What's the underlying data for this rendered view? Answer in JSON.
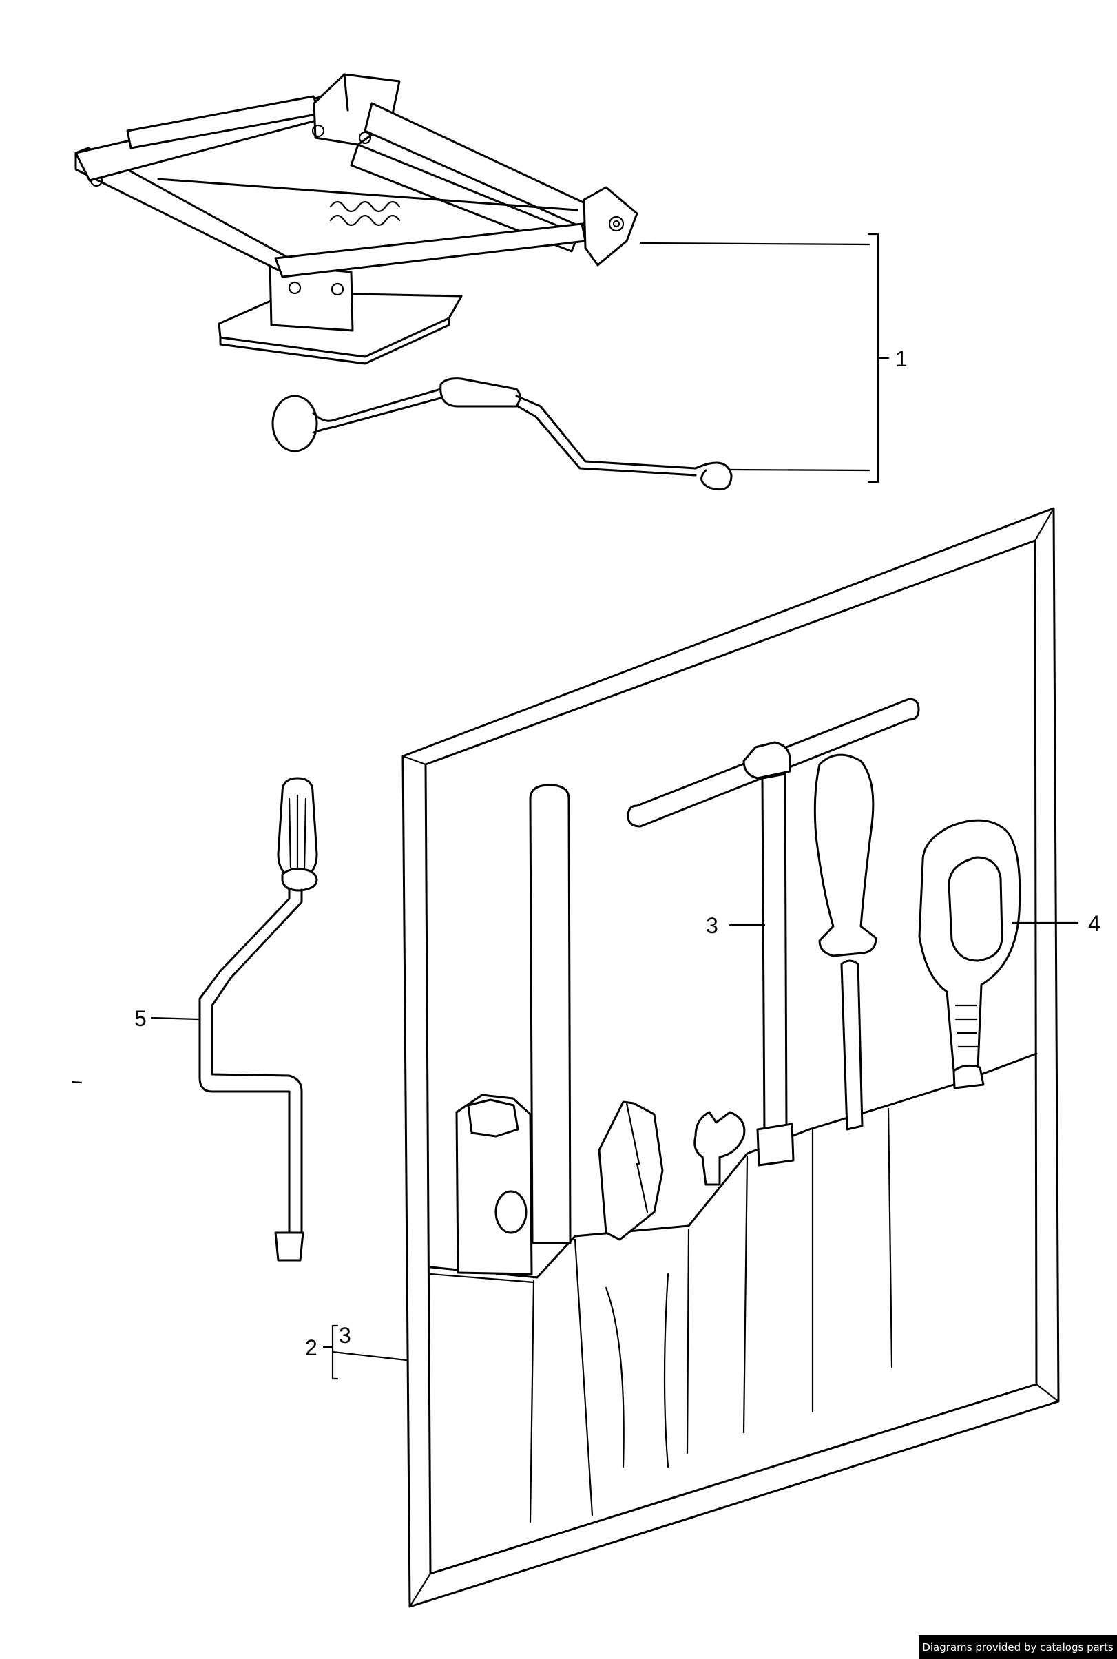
{
  "callouts": {
    "c1": "1",
    "c2": "2",
    "c2_sub": "3",
    "c3": "3",
    "c4": "4",
    "c5": "5"
  },
  "credit": "Diagrams provided by catalogs parts"
}
